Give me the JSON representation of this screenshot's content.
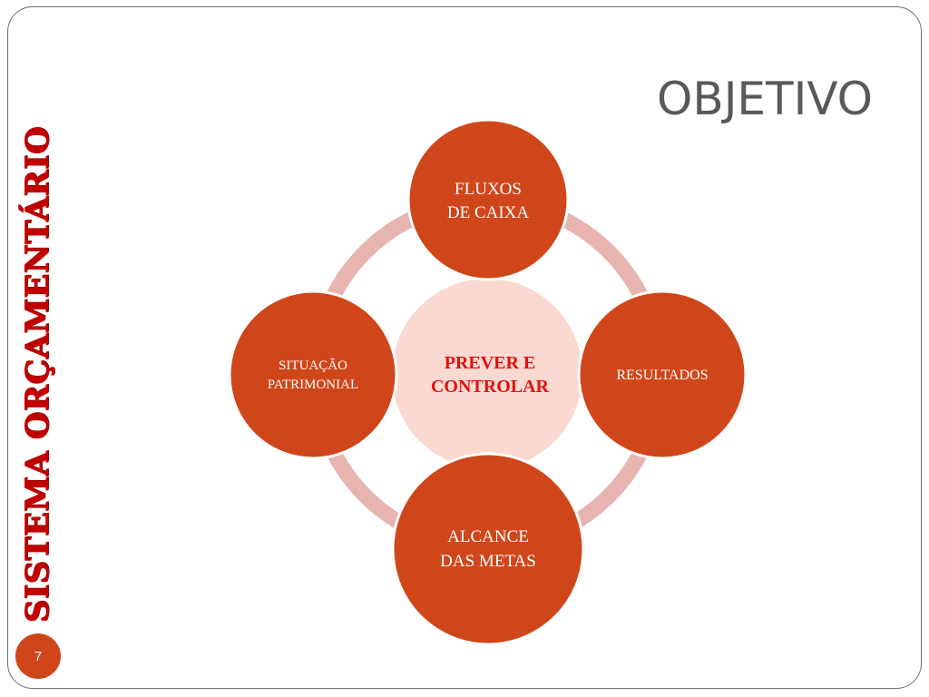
{
  "slide": {
    "title": "OBJETIVO",
    "side_title": "SISTEMA ORÇAMENTÁRIO",
    "page_number": "7"
  },
  "diagram": {
    "center": {
      "line1": "PREVER E",
      "line2": "CONTROLAR"
    },
    "nodes": {
      "top": {
        "line1": "FLUXOS",
        "line2": "DE CAIXA"
      },
      "right": {
        "line1": "RESULTADOS"
      },
      "bottom": {
        "line1": "ALCANCE",
        "line2": "DAS METAS"
      },
      "left": {
        "line1": "SITUAÇÃO",
        "line2": "PATRIMONIAL"
      }
    },
    "colors": {
      "node_fill": "#d0461b",
      "center_fill": "#f9d9d0",
      "ring": "#e8b4b0",
      "center_text": "#e01010"
    }
  }
}
